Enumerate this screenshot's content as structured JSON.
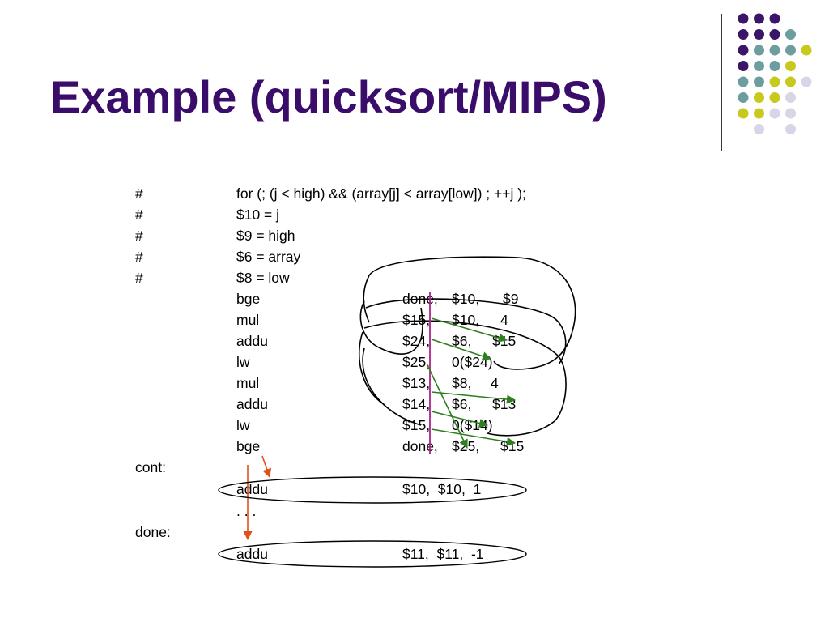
{
  "colors": {
    "title": "#3b0d6b",
    "purple": "#3b1668",
    "teal": "#6e9d9f",
    "lime": "#c9c81c",
    "lavender": "#d6d6e6",
    "rule": "#3a3a3a",
    "green_arrow": "#2e7d1e",
    "orange_arrow": "#e2501a",
    "magenta_line": "#b0208a",
    "ink": "#000000"
  },
  "decoration": {
    "dot_grid": [
      [
        "purple",
        "purple",
        "purple",
        null,
        null
      ],
      [
        "purple",
        "purple",
        "purple",
        "teal",
        null
      ],
      [
        "purple",
        "teal",
        "teal",
        "teal",
        "lime"
      ],
      [
        "purple",
        "teal",
        "teal",
        "lime",
        null
      ],
      [
        "teal",
        "teal",
        "lime",
        "lime",
        "lavender"
      ],
      [
        "teal",
        "lime",
        "lime",
        "lavender",
        null
      ],
      [
        "lime",
        "lime",
        "lavender",
        "lavender",
        null
      ],
      [
        null,
        "lavender",
        null,
        "lavender",
        null
      ]
    ]
  },
  "slide": {
    "title": "Example (quicksort/MIPS)",
    "comments": [
      {
        "mark": "#",
        "text": "for (;  (j < high)  &&  (array[j] < array[low])  ;  ++j  );"
      },
      {
        "mark": "#",
        "text": "$10  =  j"
      },
      {
        "mark": "#",
        "text": "$9  =  high"
      },
      {
        "mark": "#",
        "text": "$6  =  array"
      },
      {
        "mark": "#",
        "text": "$8  =  low"
      }
    ],
    "instructions": [
      {
        "op": "bge",
        "args": [
          "done,",
          "$10,",
          "$9"
        ]
      },
      {
        "op": "mul",
        "args": [
          "$15,",
          "$10,",
          "4"
        ]
      },
      {
        "op": "addu",
        "args": [
          "$24,",
          "$6,",
          "$15"
        ]
      },
      {
        "op": "lw",
        "args": [
          "$25,",
          "0($24)",
          ""
        ]
      },
      {
        "op": "mul",
        "args": [
          "$13,",
          "$8,",
          "4"
        ]
      },
      {
        "op": "addu",
        "args": [
          "$14,",
          "$6,",
          "$13"
        ]
      },
      {
        "op": "lw",
        "args": [
          "$15,",
          "0($14)",
          ""
        ]
      },
      {
        "op": "bge",
        "args": [
          "done,",
          "$25,",
          "$15"
        ]
      }
    ],
    "labels": {
      "cont": "cont:",
      "done": "done:",
      "ellipsis": ". . ."
    },
    "cont_instruction": {
      "op": "addu",
      "args": "$10,  $10,  1"
    },
    "done_instruction": {
      "op": "addu",
      "args": "$11,  $11,  -1"
    }
  }
}
